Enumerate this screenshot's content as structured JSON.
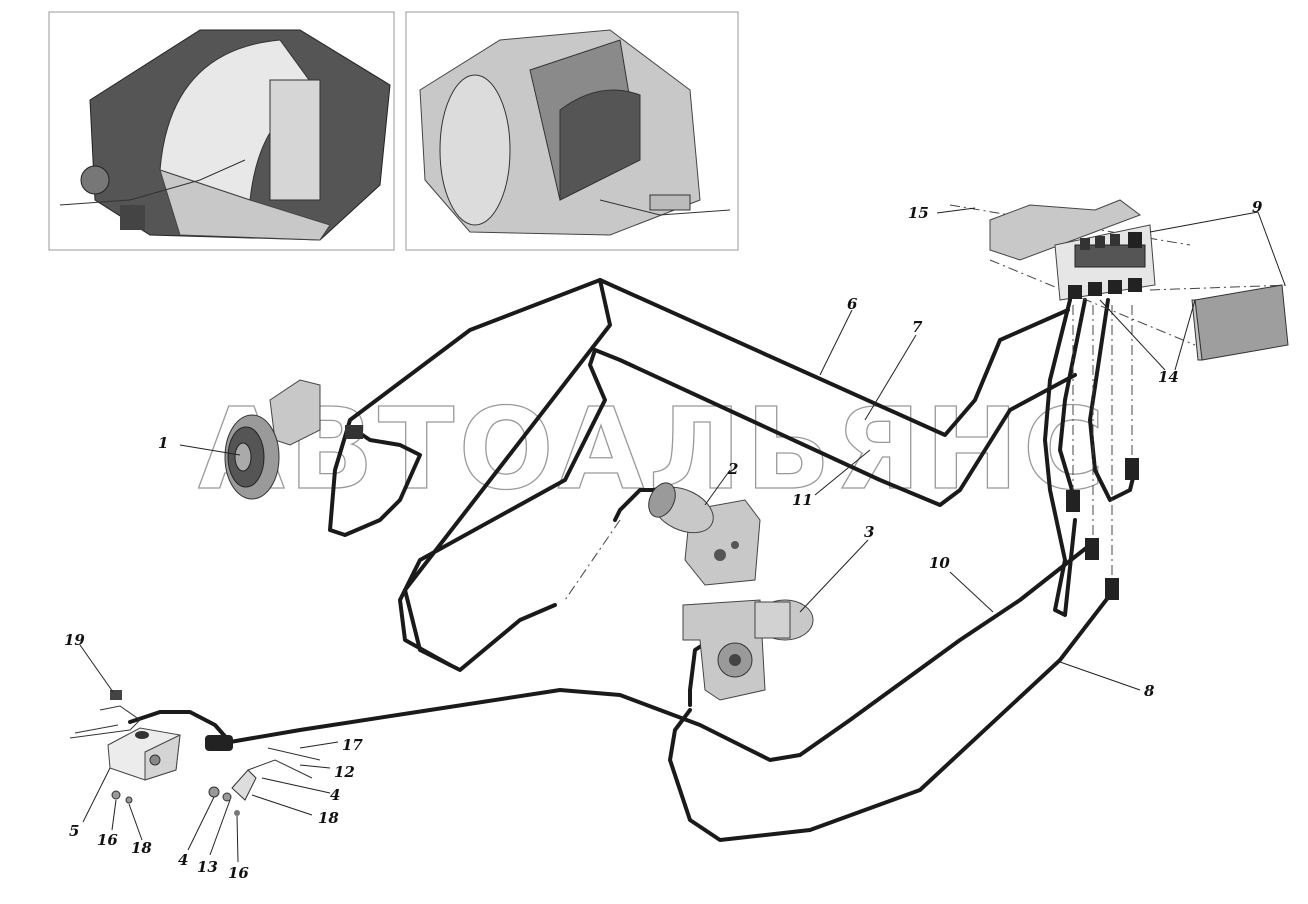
{
  "watermark": "АВТОАЛЬЯНС",
  "callouts": {
    "c1": "1",
    "c2": "2",
    "c3": "3",
    "c4a": "4",
    "c4b": "4",
    "c5": "5",
    "c6": "6",
    "c7": "7",
    "c8": "8",
    "c9a": "9",
    "c10": "10",
    "c11": "11",
    "c12": "12",
    "c13": "13",
    "c14": "14",
    "c15": "15",
    "c16a": "16",
    "c16b": "16",
    "c17": "17",
    "c18a": "18",
    "c18b": "18",
    "c19": "19"
  }
}
